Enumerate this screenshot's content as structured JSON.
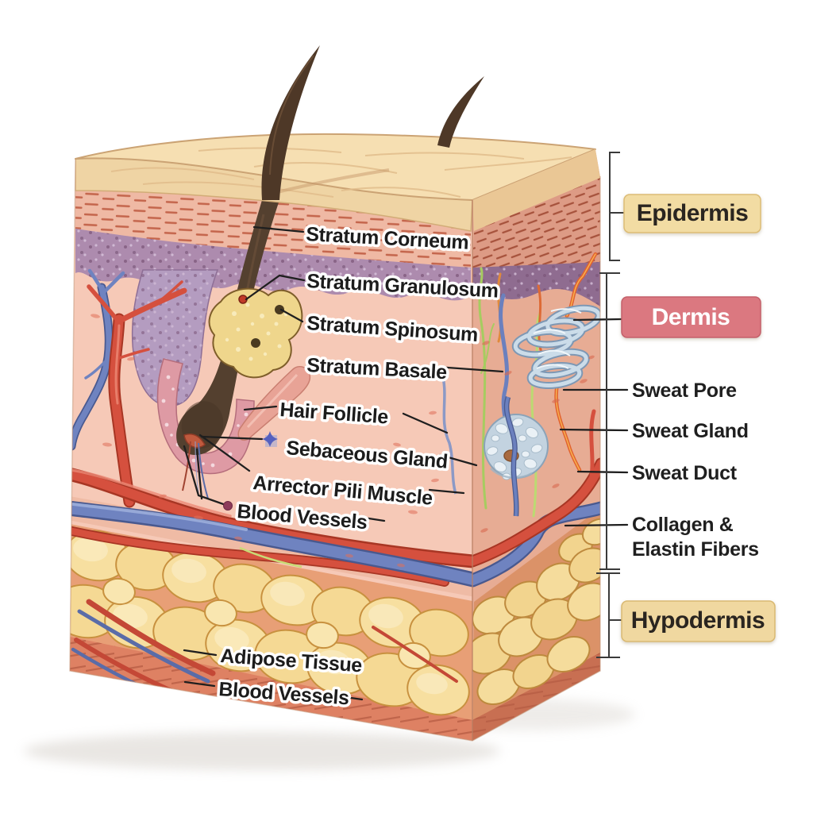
{
  "front_labels": {
    "stratum_corneum": "Stratum Corneum",
    "stratum_granulosum": "Stratum Granulosum",
    "stratum_spinosum": "Stratum Spinosum",
    "stratum_basale": "Stratum Basale",
    "hair_follicle": "Hair Follicle",
    "sebaceous_gland": "Sebaceous Gland",
    "arrector_pili": "Arrector Pili Muscle",
    "blood_vessels": "Blood Vessels",
    "adipose_tissue": "Adipose Tissue",
    "blood_vessels_deep": "Blood Vessels"
  },
  "right_labels": {
    "sweat_pore": "Sweat Pore",
    "sweat_gland": "Sweat Gland",
    "sweat_duct": "Sweat Duct",
    "collagen_line1": "Collagen &",
    "collagen_line2": "Elastin Fibers"
  },
  "badges": {
    "epidermis": "Epidermis",
    "dermis": "Dermis",
    "hypodermis": "Hypodermis"
  },
  "colors": {
    "epidermis_badge": "#F2DCA3",
    "dermis_badge": "#DB7880",
    "hypodermis_badge": "#F0D8A0",
    "sebaceous_marker": "#5560BE",
    "blood_vessel_marker": "#8D3B5B"
  },
  "icons": {
    "sebaceous_marker": "four-point-star-icon",
    "blood_vessel_marker": "dot-icon"
  }
}
